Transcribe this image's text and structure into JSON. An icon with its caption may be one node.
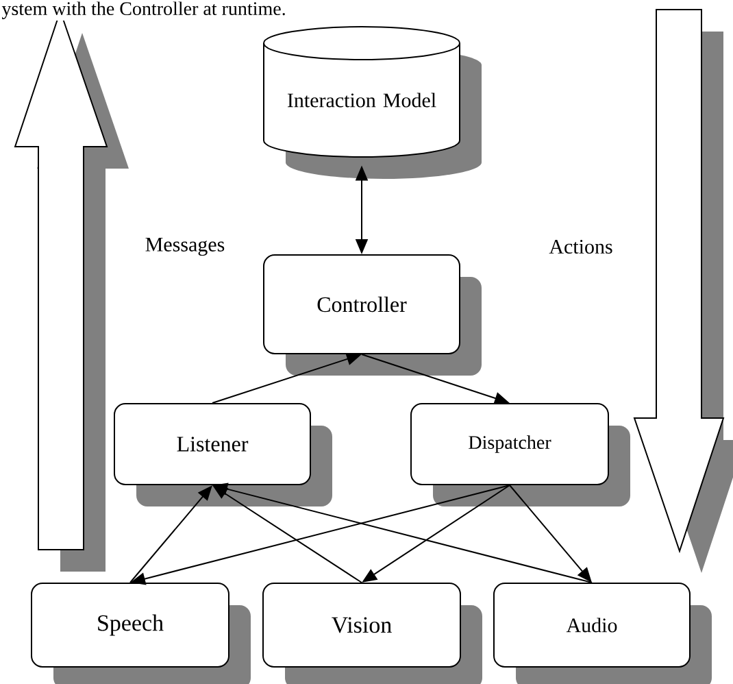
{
  "diagram": {
    "nodes": [
      {
        "text": [
          "Interaction Model"
        ]
      },
      {
        "text": [
          "Controller"
        ]
      },
      {
        "text": [
          "Listener"
        ]
      },
      {
        "text": [
          "Dispatcher"
        ]
      },
      {
        "text": [
          "Speech"
        ]
      },
      {
        "text": [
          "Vision"
        ]
      },
      {
        "text": [
          "Audio"
        ]
      }
    ],
    "edges": [
      {
        "from": 0,
        "to": 1,
        "arrow": "both"
      },
      {
        "from": 2,
        "to": 1,
        "arrow": "to"
      },
      {
        "from": 1,
        "to": 3,
        "arrow": "to"
      },
      {
        "from": 4,
        "to": 2,
        "arrow": "to"
      },
      {
        "from": 5,
        "to": 2,
        "arrow": "to"
      },
      {
        "from": 6,
        "to": 2,
        "arrow": "to"
      },
      {
        "from": 3,
        "to": 4,
        "arrow": "to"
      },
      {
        "from": 3,
        "to": 5,
        "arrow": "to"
      },
      {
        "from": 3,
        "to": 6,
        "arrow": "to"
      }
    ],
    "labels": [
      "ystem with the Controller at runtime.",
      "Messages",
      "Actions"
    ]
  }
}
